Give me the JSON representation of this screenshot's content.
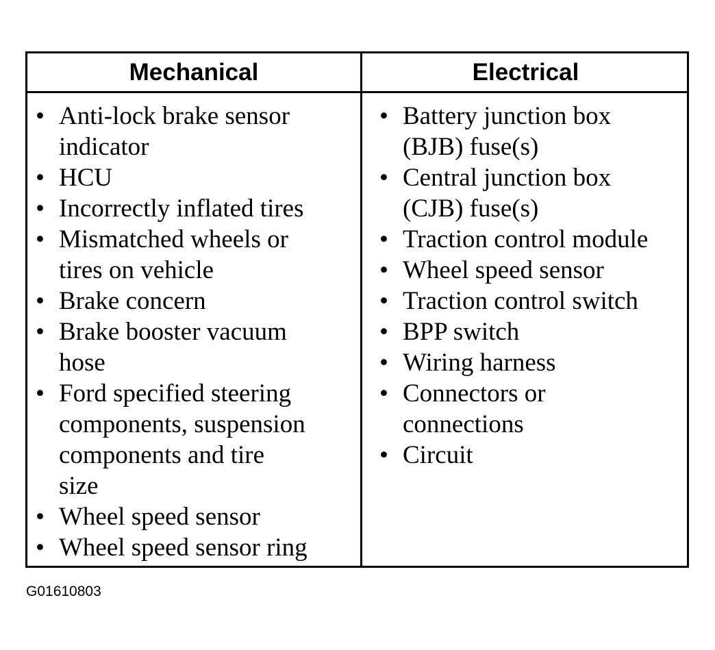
{
  "table": {
    "headers": {
      "mechanical": "Mechanical",
      "electrical": "Electrical"
    },
    "mechanical_items": [
      "Anti-lock brake sensor\nindicator",
      "HCU",
      "Incorrectly inflated tires",
      "Mismatched wheels or\ntires on vehicle",
      "Brake concern",
      "Brake booster vacuum\nhose",
      "Ford specified steering\ncomponents, suspension\ncomponents and tire\nsize",
      "Wheel speed sensor",
      "Wheel speed sensor ring"
    ],
    "electrical_items": [
      "Battery junction box\n(BJB) fuse(s)",
      "Central junction box\n(CJB) fuse(s)",
      "Traction control module",
      "Wheel speed sensor",
      "Traction control switch",
      "BPP switch",
      "Wiring harness",
      "Connectors or\nconnections",
      "Circuit"
    ],
    "bullet": "•"
  },
  "figure_id": "G01610803"
}
